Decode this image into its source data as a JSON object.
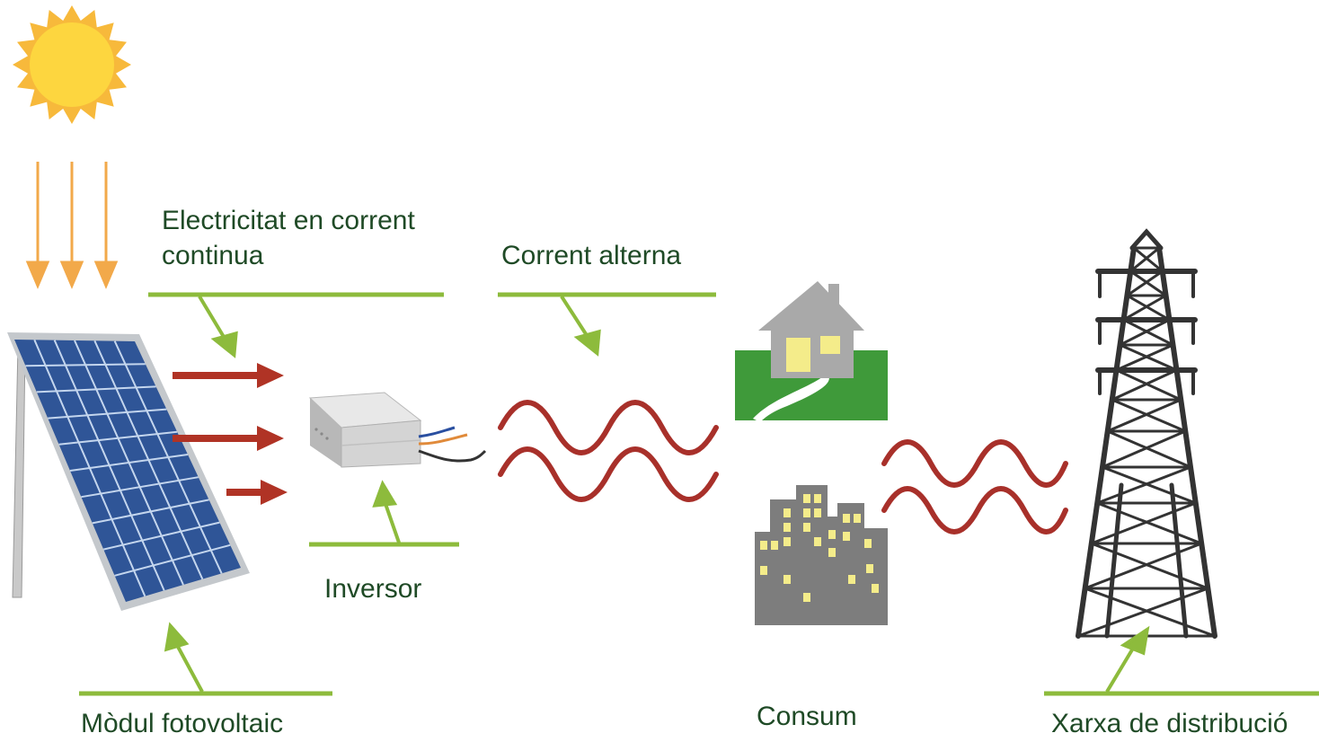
{
  "labels": {
    "dc_line1": "Electricitat en corrent",
    "dc_line2": "continua",
    "ac": "Corrent alterna",
    "inverter": "Inversor",
    "module": "Mòdul fotovoltaic",
    "consumption": "Consum",
    "grid": "Xarxa de distribució"
  },
  "colors": {
    "label_text": "#1f4a26",
    "callout_green": "#8dbb3c",
    "dc_arrow_red": "#b03325",
    "ac_wave_red": "#a8302a",
    "sun_ray_orange": "#f2a94a",
    "panel_blue": "#2f5597",
    "building_gray": "#7d7d7d",
    "window_yellow": "#f4ec8a",
    "lawn_green": "#3f9a3a",
    "tower_dark": "#333333"
  },
  "icons": [
    "sun-icon",
    "solar-panel-icon",
    "inverter-box-icon",
    "house-icon",
    "city-buildings-icon",
    "transmission-tower-icon"
  ]
}
